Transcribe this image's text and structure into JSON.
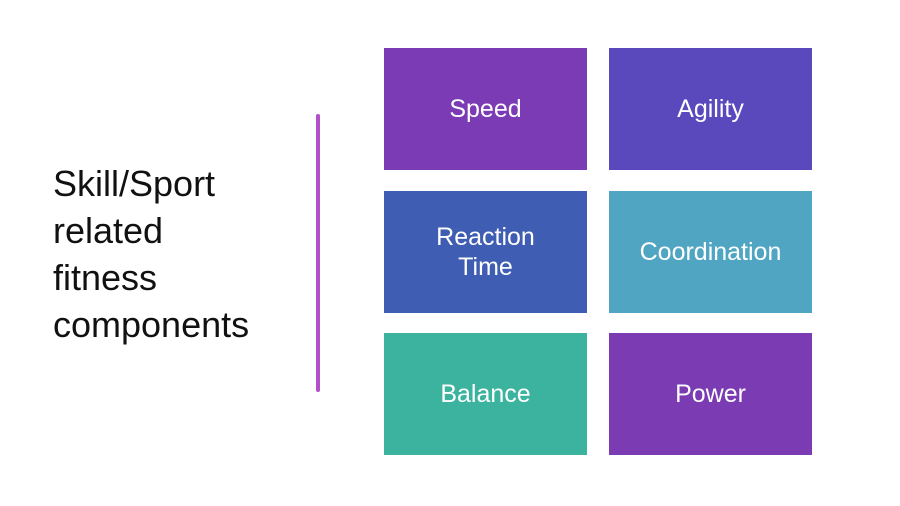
{
  "heading": {
    "lines": [
      "Skill/Sport",
      "related",
      "fitness",
      "components"
    ]
  },
  "divider_color": "#b24fc9",
  "tiles": [
    {
      "lines": [
        "Speed"
      ],
      "color": "#7b3bb5"
    },
    {
      "lines": [
        "Agility"
      ],
      "color": "#5a48bd"
    },
    {
      "lines": [
        "Reaction",
        "Time"
      ],
      "color": "#3f5db2"
    },
    {
      "lines": [
        "Coordination"
      ],
      "color": "#4fa5c2"
    },
    {
      "lines": [
        "Balance"
      ],
      "color": "#3cb39f"
    },
    {
      "lines": [
        "Power"
      ],
      "color": "#7a3bb3"
    }
  ]
}
